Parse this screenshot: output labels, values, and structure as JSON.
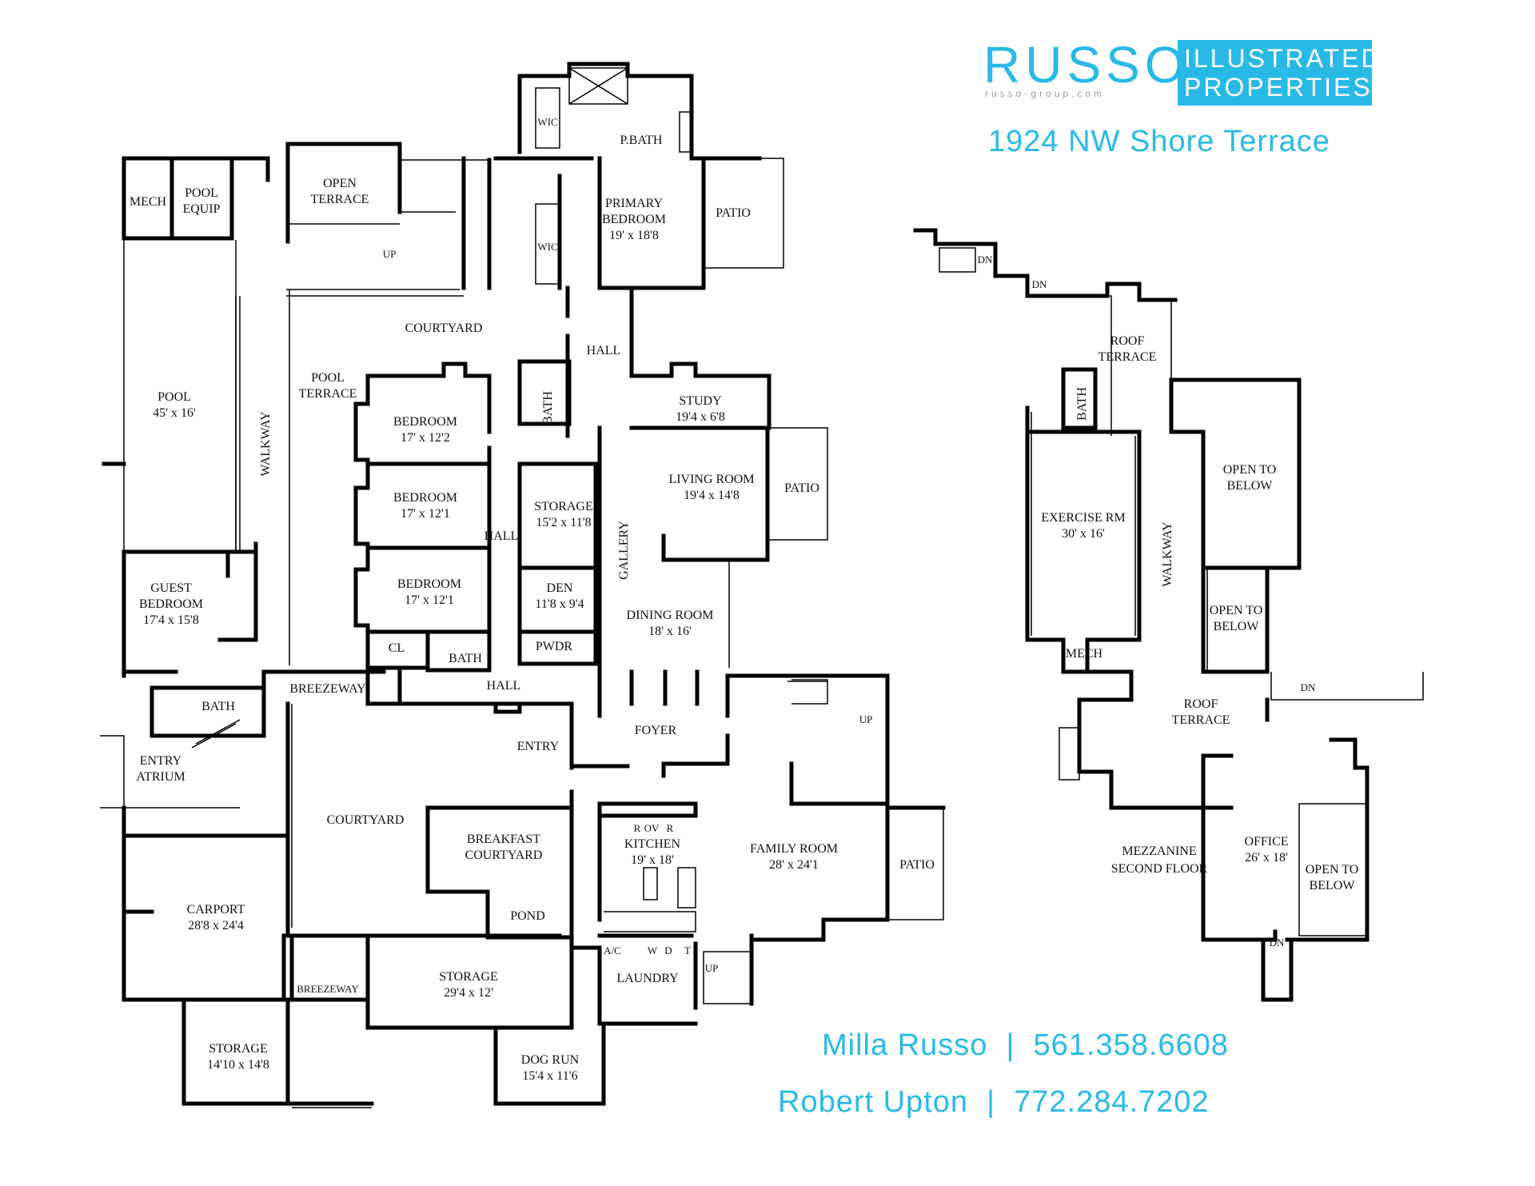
{
  "brand": {
    "name": "RUSSO",
    "url": "russo-group.com",
    "box_line1": "ILLUSTRATED",
    "box_line2": "PROPERTIES",
    "color": "#29b9e6"
  },
  "address": "1924 NW Shore Terrace",
  "contacts": [
    {
      "name": "Milla Russo",
      "phone": "561.358.6608",
      "text": "Milla Russo  |  561.358.6608"
    },
    {
      "name": "Robert Upton",
      "phone": "772.284.7202",
      "text": "Robert Upton  |  772.284.7202"
    }
  ],
  "rooms": {
    "mech": "MECH",
    "pool_equip_1": "POOL",
    "pool_equip_2": "EQUIP",
    "open_terrace_1": "OPEN",
    "open_terrace_2": "TERRACE",
    "wic_a": "WIC",
    "wic_b": "WIC",
    "p_bath": "P.BATH",
    "primary_1": "PRIMARY",
    "primary_2": "BEDROOM",
    "primary_dim": "19' x 18'8",
    "patio_a": "PATIO",
    "up_a": "UP",
    "courtyard_top": "COURTYARD",
    "hall_top": "HALL",
    "pool": "POOL",
    "pool_dim": "45' x 16'",
    "walkway": "WALKWAY",
    "pool_terrace_1": "POOL",
    "pool_terrace_2": "TERRACE",
    "bedroom_1": "BEDROOM",
    "bedroom_1_dim": "17' x 12'2",
    "bath_a": "BATH",
    "study": "STUDY",
    "study_dim": "19'4 x 6'8",
    "bedroom_2": "BEDROOM",
    "bedroom_2_dim": "17' x 12'1",
    "storage_a": "STORAGE",
    "storage_a_dim": "15'2 x 11'8",
    "living": "LIVING ROOM",
    "living_dim": "19'4 x 14'8",
    "patio_b": "PATIO",
    "hall_mid": "HALL",
    "gallery": "GALLERY",
    "guest_1": "GUEST",
    "guest_2": "BEDROOM",
    "guest_dim": "17'4 x 15'8",
    "bedroom_3": "BEDROOM",
    "bedroom_3_dim": "17' x 12'1",
    "den": "DEN",
    "den_dim": "11'8 x 9'4",
    "dining": "DINING ROOM",
    "dining_dim": "18' x 16'",
    "cl": "CL",
    "bath_b": "BATH",
    "pwdr": "PWDR",
    "hall_low": "HALL",
    "breezeway_a": "BREEZEWAY",
    "bath_c": "BATH",
    "up_b": "UP",
    "entry_atrium_1": "ENTRY",
    "entry_atrium_2": "ATRIUM",
    "entry": "ENTRY",
    "foyer": "FOYER",
    "courtyard_low": "COURTYARD",
    "breakfast_1": "BREAKFAST",
    "breakfast_2": "COURTYARD",
    "kitchen": "KITCHEN",
    "kitchen_dim": "19' x 18'",
    "family": "FAMILY ROOM",
    "family_dim": "28' x 24'1",
    "patio_c": "PATIO",
    "carport": "CARPORT",
    "carport_dim": "28'8 x 24'4",
    "pond": "POND",
    "storage_b": "STORAGE",
    "storage_b_dim": "29'4 x 12'",
    "laundry": "LAUNDRY",
    "up_c": "UP",
    "breezeway_b": "BREEZEWAY",
    "storage_c": "STORAGE",
    "storage_c_dim": "14'10 x 14'8",
    "dog_run": "DOG RUN",
    "dog_run_dim": "15'4 x 11'6",
    "appl_r1": "R",
    "appl_ov": "OV",
    "appl_r2": "R",
    "appl_ac": "A/C",
    "appl_w": "W",
    "appl_d": "D",
    "appl_t": "T"
  },
  "mezzanine": {
    "dn_a": "DN",
    "dn_b": "DN",
    "roof_terrace_top_1": "ROOF",
    "roof_terrace_top_2": "TERRACE",
    "bath": "BATH",
    "exercise": "EXERCISE RM",
    "exercise_dim": "30' x 16'",
    "walkway": "WALKWAY",
    "open_below_a1": "OPEN TO",
    "open_below_a2": "BELOW",
    "open_below_b1": "OPEN TO",
    "open_below_b2": "BELOW",
    "mech": "MECH",
    "dn_c": "DN",
    "roof_terrace_low_1": "ROOF",
    "roof_terrace_low_2": "TERRACE",
    "title_1": "MEZZANINE",
    "title_2": "SECOND FLOOR",
    "office": "OFFICE",
    "office_dim": "26' x 18'",
    "open_below_c1": "OPEN TO",
    "open_below_c2": "BELOW",
    "dn_d": "DN"
  }
}
